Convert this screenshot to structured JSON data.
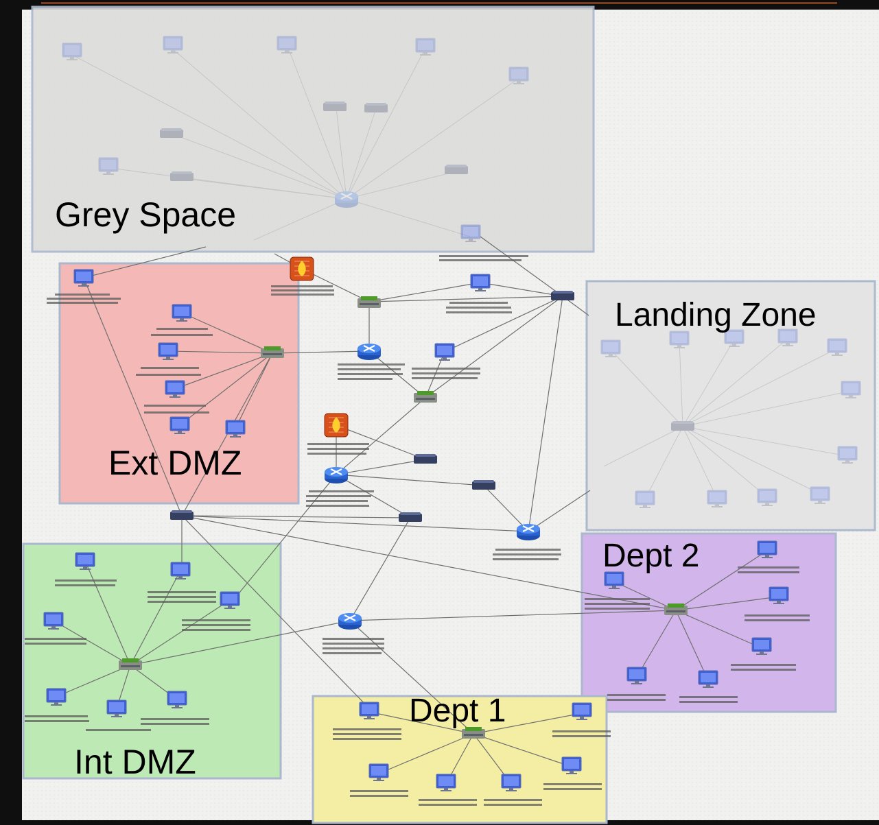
{
  "colors": {
    "frame": "#0f0f0f",
    "canvas": "#f1f1f0",
    "grey_space": "#dcdcdc",
    "ext_dmz": "#f4b9b7",
    "int_dmz": "#bde9b4",
    "landing_zone": "#e3e3e3",
    "dept2": "#d2b5ea",
    "dept1": "#f4eea4",
    "zone_border": "#aab7cc",
    "link": "#6f6f6f",
    "router": "#2f6fd8",
    "firewall": "#d44a12",
    "switch_dark": "#3b4566",
    "switch_green": "#5a8a3a",
    "host": "#4a6fe0"
  },
  "zones": {
    "grey_space": "Grey Space",
    "ext_dmz": "Ext DMZ",
    "landing_zone": "Landing Zone",
    "int_dmz": "Int DMZ",
    "dept2": "Dept 2",
    "dept1": "Dept 1"
  },
  "icons": {
    "host": "monitor-icon",
    "router": "router-icon",
    "firewall": "firewall-icon",
    "switch": "switch-icon"
  }
}
